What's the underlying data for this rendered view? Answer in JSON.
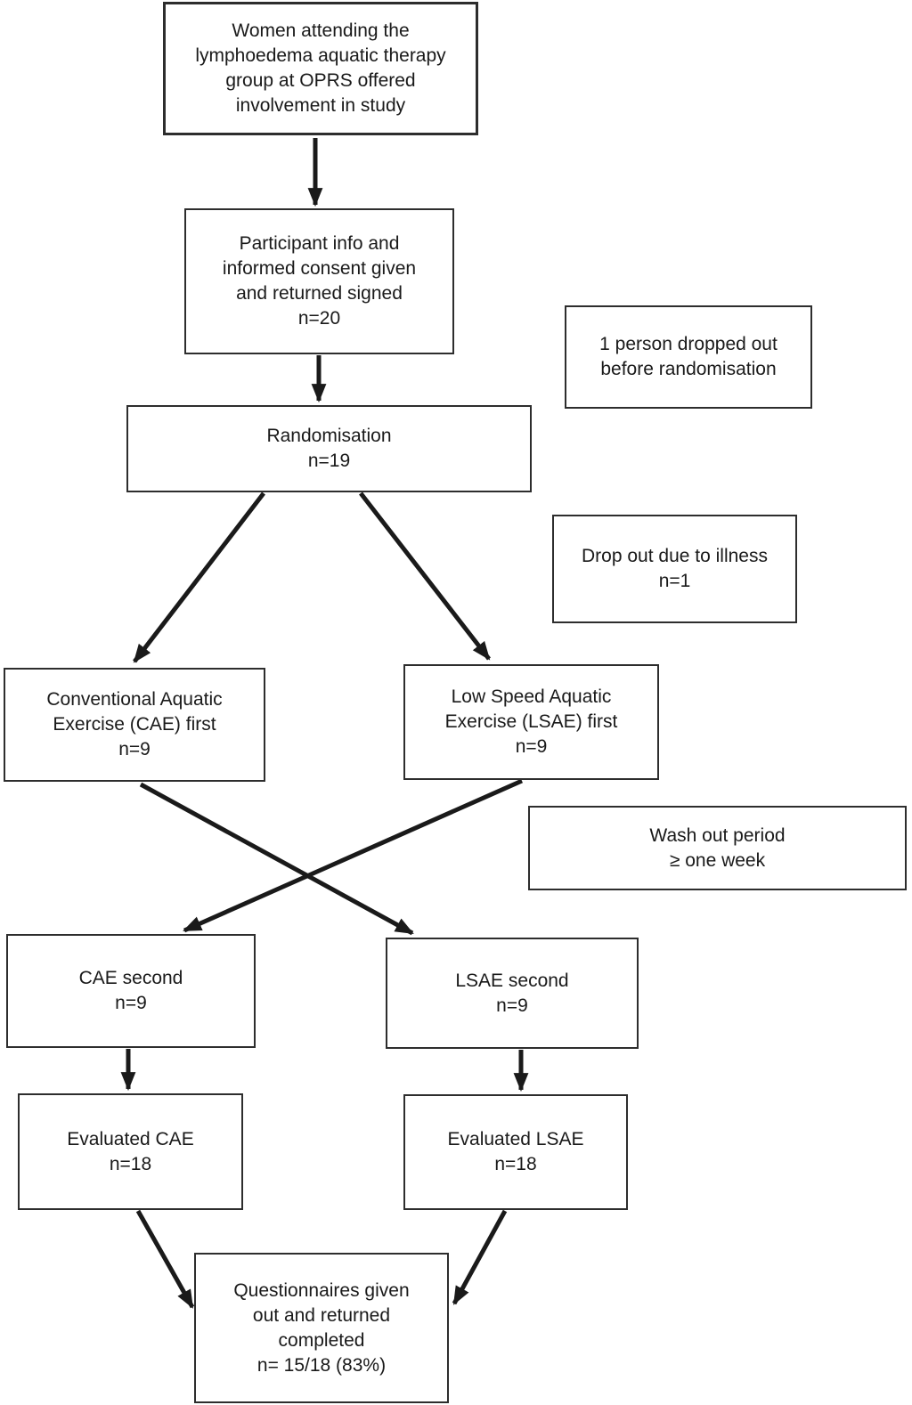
{
  "colors": {
    "background": "#ffffff",
    "box_border": "#2d2d2d",
    "box_fill": "#ffffff",
    "arrow": "#1a1a1a",
    "text": "#1a1a1a"
  },
  "diagram": {
    "nodes": {
      "intro": {
        "text": "Women attending the\nlymphoedema aquatic therapy\ngroup at OPRS offered\ninvolvement in study"
      },
      "consent": {
        "text": "Participant info and\ninformed consent given\nand returned signed\nn=20"
      },
      "dropout_pre_randomisation": {
        "text": "1 person dropped out\nbefore randomisation"
      },
      "randomisation": {
        "text": "Randomisation\nn=19"
      },
      "dropout_illness": {
        "text": "Drop out due to illness\nn=1"
      },
      "cae_first": {
        "text": "Conventional Aquatic\nExercise (CAE) first\nn=9"
      },
      "lsae_first": {
        "text": "Low Speed Aquatic\nExercise (LSAE) first\nn=9"
      },
      "washout": {
        "text": "Wash out period\n≥ one week"
      },
      "cae_second": {
        "text": "CAE second\nn=9"
      },
      "lsae_second": {
        "text": "LSAE second\nn=9"
      },
      "evaluated_cae": {
        "text": "Evaluated CAE\nn=18"
      },
      "evaluated_lsae": {
        "text": "Evaluated LSAE\nn=18"
      },
      "questionnaires": {
        "text": "Questionnaires given\nout and returned\ncompleted\nn= 15/18 (83%)"
      }
    },
    "edges": [
      {
        "from": "intro",
        "to": "consent"
      },
      {
        "from": "consent",
        "to": "randomisation"
      },
      {
        "from": "randomisation",
        "to": "cae_first"
      },
      {
        "from": "randomisation",
        "to": "lsae_first"
      },
      {
        "from": "cae_first",
        "to": "lsae_second"
      },
      {
        "from": "lsae_first",
        "to": "cae_second"
      },
      {
        "from": "cae_second",
        "to": "evaluated_cae"
      },
      {
        "from": "lsae_second",
        "to": "evaluated_lsae"
      },
      {
        "from": "evaluated_cae",
        "to": "questionnaires"
      },
      {
        "from": "evaluated_lsae",
        "to": "questionnaires"
      }
    ]
  }
}
